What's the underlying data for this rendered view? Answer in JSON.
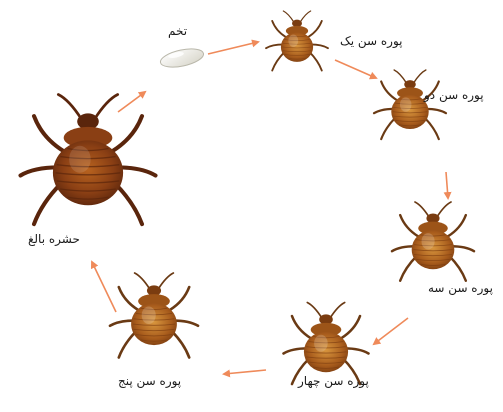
{
  "diagram": {
    "stages": [
      {
        "id": "egg",
        "label": "تخم",
        "icon": "egg-icon"
      },
      {
        "id": "nymph1",
        "label": "پوره سن یک",
        "icon": "bedbug-nymph-icon"
      },
      {
        "id": "nymph2",
        "label": "پوره سن دو",
        "icon": "bedbug-nymph-icon"
      },
      {
        "id": "nymph3",
        "label": "پوره سن سه",
        "icon": "bedbug-nymph-icon"
      },
      {
        "id": "nymph4",
        "label": "پوره سن چهار",
        "icon": "bedbug-nymph-icon"
      },
      {
        "id": "nymph5",
        "label": "پوره سن پنج",
        "icon": "bedbug-nymph-icon"
      },
      {
        "id": "adult",
        "label": "حشره بالغ",
        "icon": "bedbug-adult-icon"
      }
    ],
    "colors": {
      "arrow": "#ef8a5a",
      "body_dark": "#5a250c",
      "body_mid": "#8a3f14",
      "body_light": "#b8631f",
      "nymph_body": "#9c5418",
      "nymph_light": "#cf8a3a",
      "legs": "#6a3a14",
      "egg": "#ecebe3",
      "egg_outline": "#b9b7aa"
    }
  }
}
